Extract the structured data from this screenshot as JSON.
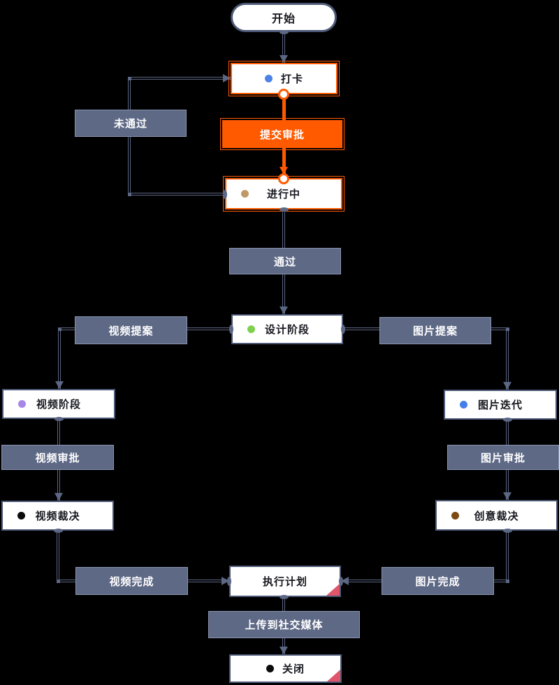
{
  "colors": {
    "bg": "#000000",
    "line": "#5C6784",
    "label-fill": "#5E6986",
    "label-border": "#8A93AE",
    "node-border": "#4D5977",
    "node-fill": "#FFFFFF",
    "accent": "#FF5A00",
    "corner-red": "#E0556A",
    "text-dark": "#17181F",
    "text-light": "#FFFFFF",
    "dot-check-in": "#4C82E6",
    "dot-in-progress": "#C09A66",
    "dot-design": "#7ED14E",
    "dot-video-phase": "#A687E8",
    "dot-image-iteration": "#437FE8",
    "dot-video-verdict": "#0B0B0B",
    "dot-creative-verdict": "#7C4A12",
    "dot-close": "#0B0B0B"
  },
  "nodes": {
    "start": "开始",
    "check_in": "打卡",
    "in_progress": "进行中",
    "design_phase": "设计阶段",
    "video_phase": "视频阶段",
    "image_iteration": "图片迭代",
    "video_verdict": "视频裁决",
    "creative_verdict": "创意裁决",
    "execute_plan": "执行计划",
    "close": "关闭"
  },
  "edge_labels": {
    "submit_approval": "提交审批",
    "not_passed": "未通过",
    "passed": "通过",
    "video_proposal": "视频提案",
    "image_proposal": "图片提案",
    "video_approval": "视频审批",
    "image_approval": "图片审批",
    "video_complete": "视频完成",
    "image_complete": "图片完成",
    "upload_social": "上传到社交媒体"
  }
}
